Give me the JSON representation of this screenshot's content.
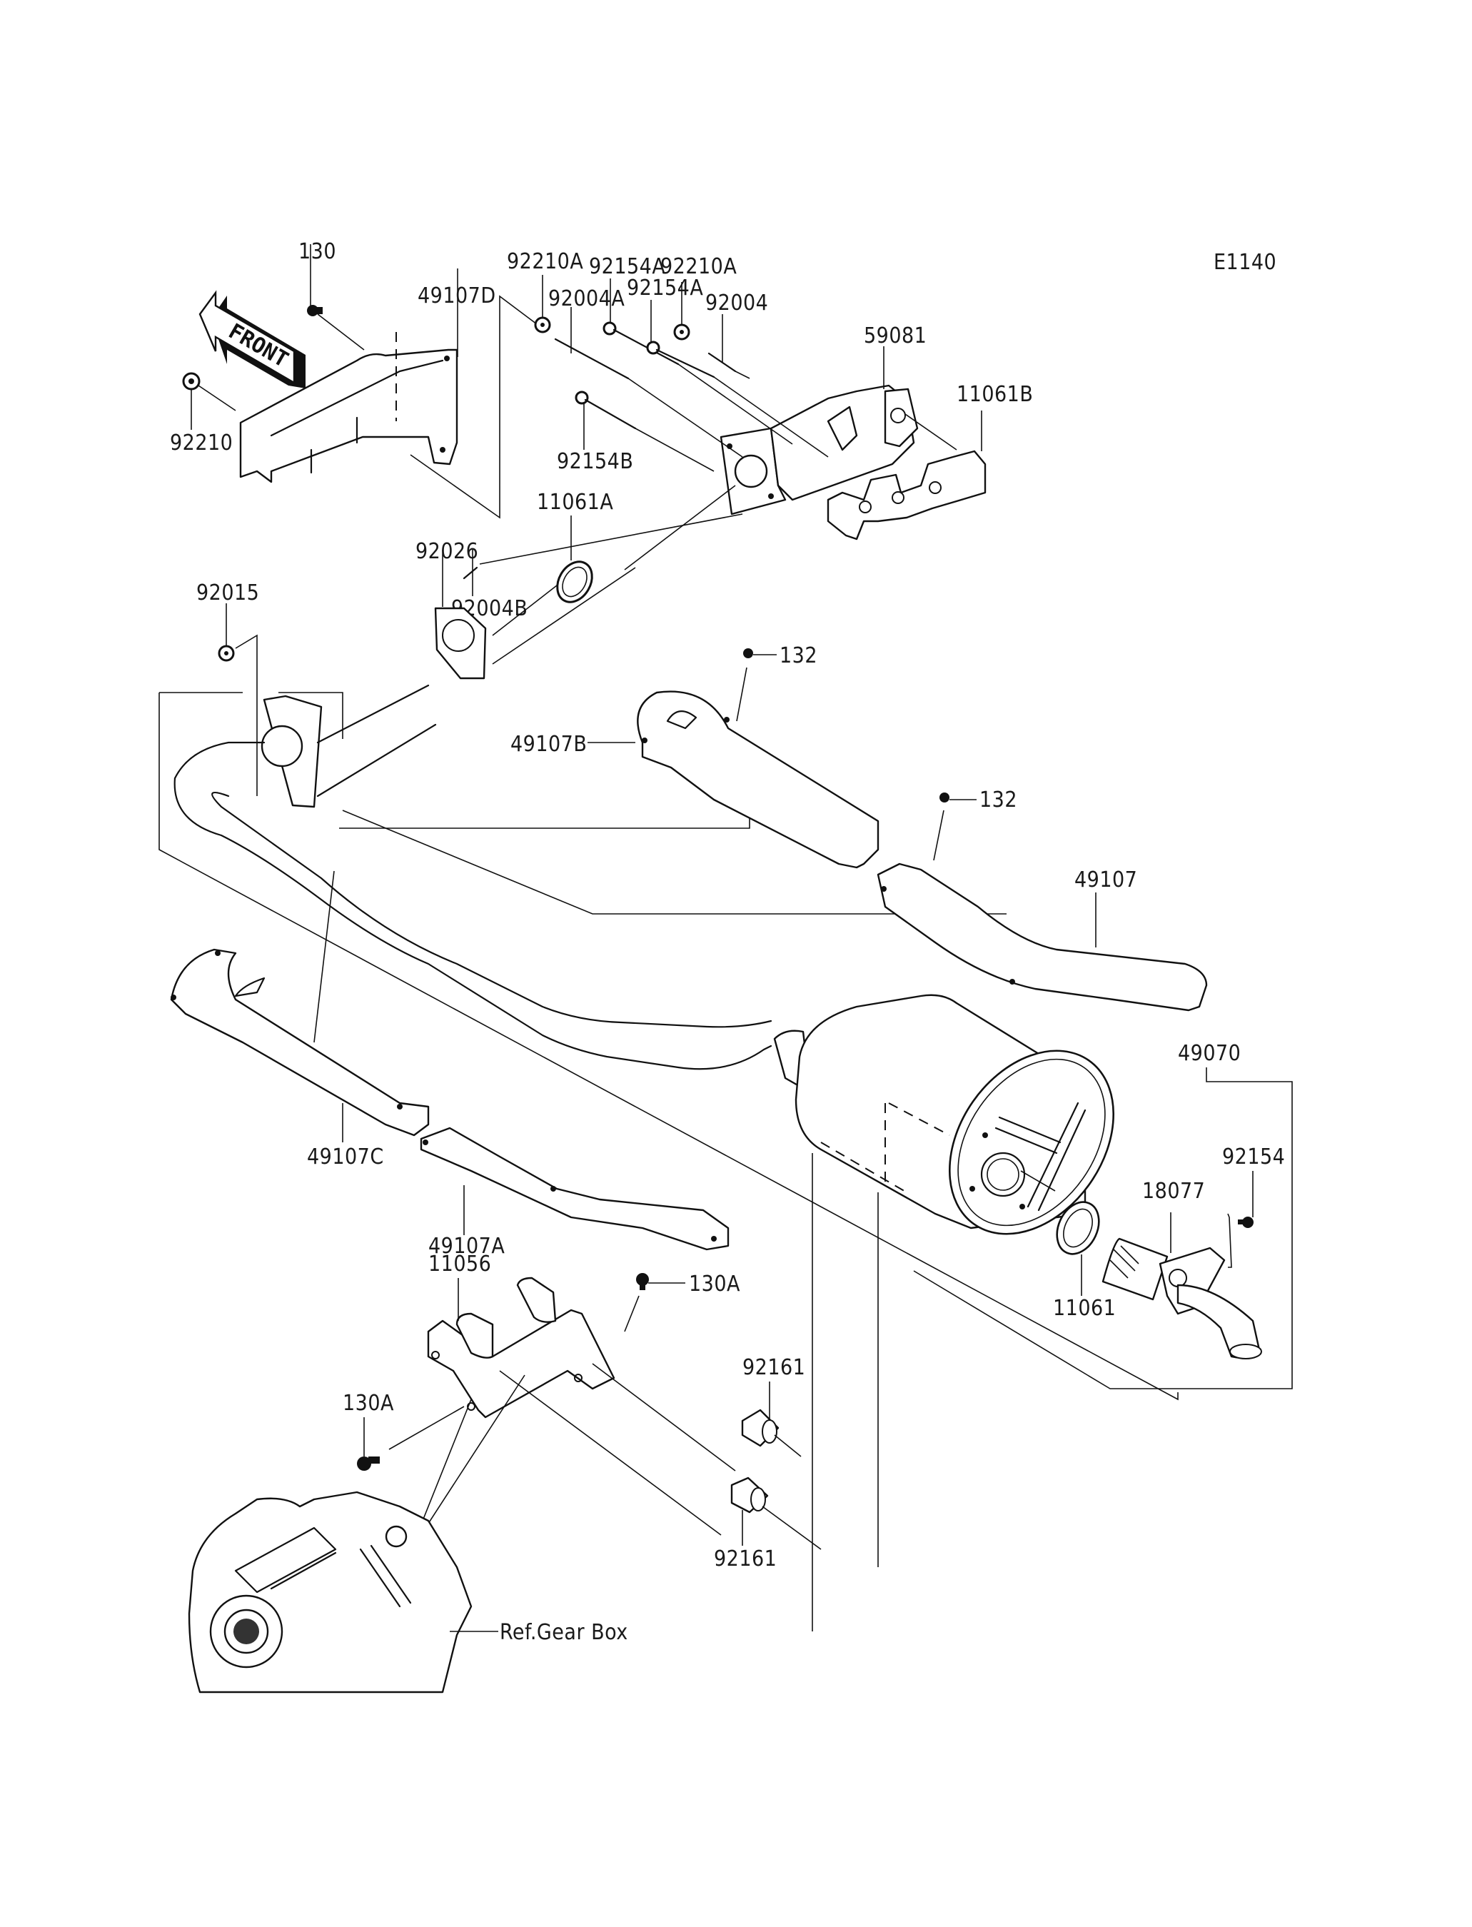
{
  "diagram": {
    "code": "E1140",
    "front_indicator": "FRONT",
    "reference_note": "Ref.Gear Box",
    "colors": {
      "line": "#111111",
      "background": "#ffffff"
    },
    "labels": {
      "p130": "130",
      "p49107D": "49107D",
      "p92210": "92210",
      "p92210A_1": "92210A",
      "p92004A": "92004A",
      "p92154A_1": "92154A",
      "p92154A_2": "92154A",
      "p92210A_2": "92210A",
      "p92004": "92004",
      "p59081": "59081",
      "p11061B": "11061B",
      "p92154B": "92154B",
      "p11061A": "11061A",
      "p92004B": "92004B",
      "p92026": "92026",
      "p92015": "92015",
      "p132_1": "132",
      "p49107B": "49107B",
      "p132_2": "132",
      "p49107": "49107",
      "p49070": "49070",
      "p92154": "92154",
      "p18077": "18077",
      "p11061": "11061",
      "p49107C": "49107C",
      "p49107A": "49107A",
      "p11056": "11056",
      "p130A_1": "130A",
      "p130A_2": "130A",
      "p92161_1": "92161",
      "p92161_2": "92161"
    }
  }
}
